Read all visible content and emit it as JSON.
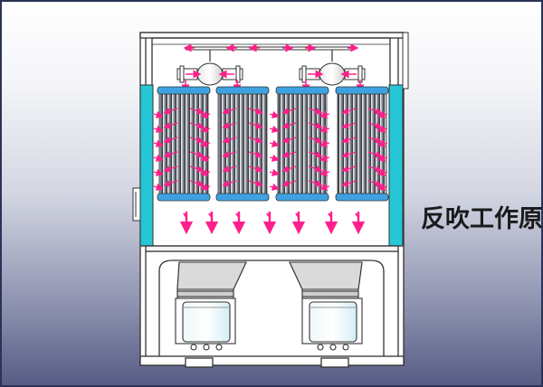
{
  "title": "反吹工作原理",
  "colors": {
    "frame_cyan": "#25c6d6",
    "filter_blue": "#3fa2e0",
    "arrow_magenta": "#ff1f8c",
    "outline": "#333333"
  },
  "parts": {
    "filter_bags": 4,
    "blowback_valves": 2,
    "hoppers": 2,
    "collection_bins": 2
  }
}
